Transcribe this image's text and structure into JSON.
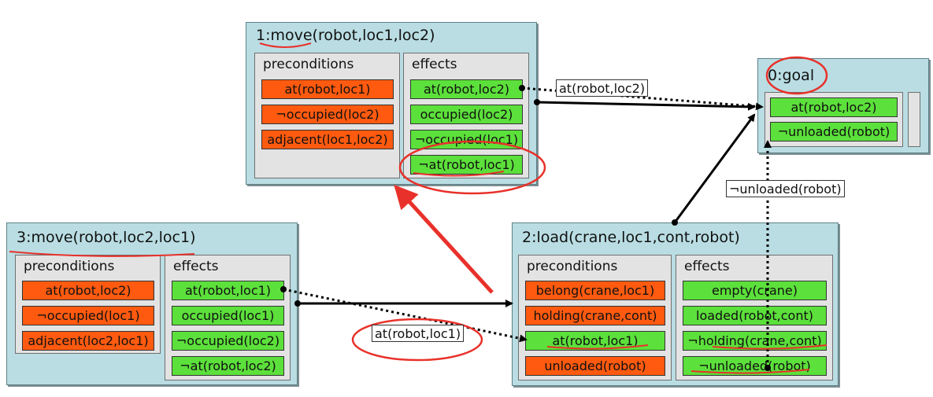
{
  "goal": {
    "title": "0:goal",
    "conditions": [
      "at(robot,loc2)",
      "¬unloaded(robot)"
    ]
  },
  "move1": {
    "title": "1:move(robot,loc1,loc2)",
    "preconditions_label": "preconditions",
    "effects_label": "effects",
    "preconditions": [
      "at(robot,loc1)",
      "¬occupied(loc2)",
      "adjacent(loc1,loc2)"
    ],
    "effects": [
      "at(robot,loc2)",
      "occupied(loc2)",
      "¬occupied(loc1)",
      "¬at(robot,loc1)"
    ]
  },
  "load2": {
    "title": "2:load(crane,loc1,cont,robot)",
    "preconditions_label": "preconditions",
    "effects_label": "effects",
    "preconditions": [
      "belong(crane,loc1)",
      "holding(crane,cont)",
      "at(robot,loc1)",
      "unloaded(robot)"
    ],
    "effects": [
      "empty(crane)",
      "loaded(robot,cont)",
      "¬holding(crane,cont)",
      "¬unloaded(robot)"
    ]
  },
  "move3": {
    "title": "3:move(robot,loc2,loc1)",
    "preconditions_label": "preconditions",
    "effects_label": "effects",
    "preconditions": [
      "at(robot,loc2)",
      "¬occupied(loc1)",
      "adjacent(loc2,loc1)"
    ],
    "effects": [
      "at(robot,loc1)",
      "occupied(loc1)",
      "¬occupied(loc2)",
      "¬at(robot,loc2)"
    ]
  },
  "causal_links": [
    "at(robot,loc2)",
    "¬unloaded(robot)",
    "at(robot,loc1)"
  ],
  "colors": {
    "action_bg": "#b9dde3",
    "precondition": "#ff5a0f",
    "effect": "#5ce03b",
    "annotation": "#e8312a"
  }
}
